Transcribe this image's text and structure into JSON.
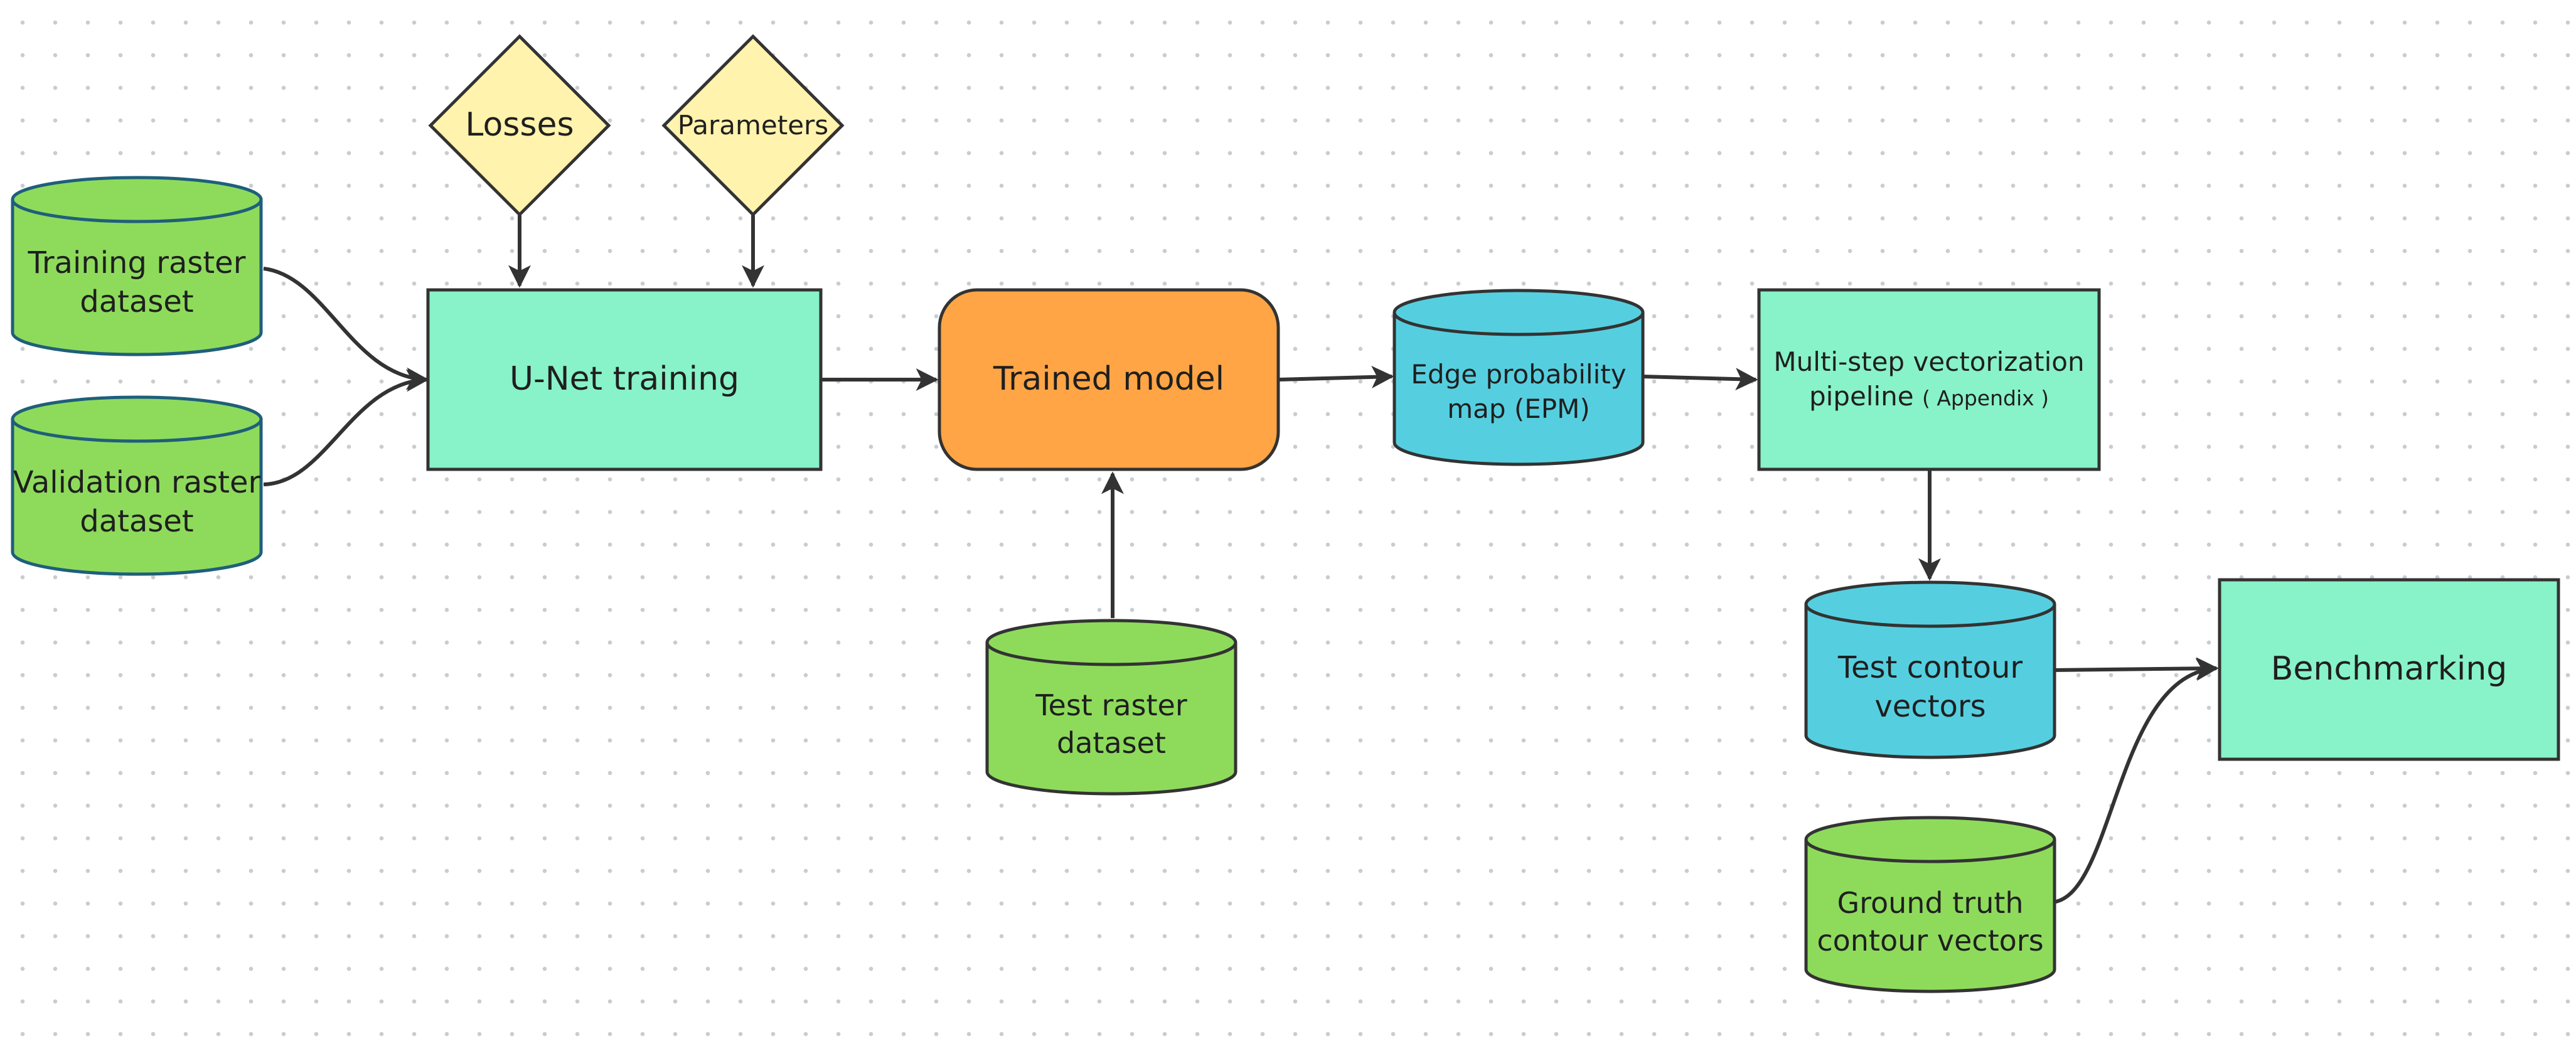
{
  "nodes": {
    "losses": "Losses",
    "parameters": "Parameters",
    "training_raster_1": "Training raster",
    "training_raster_2": "dataset",
    "validation_raster_1": "Validation raster",
    "validation_raster_2": "dataset",
    "unet_training": "U-Net training",
    "trained_model": "Trained model",
    "test_raster_1": "Test raster",
    "test_raster_2": "dataset",
    "epm_1": "Edge probability",
    "epm_2": "map (EPM)",
    "pipeline_1": "Multi-step vectorization",
    "pipeline_2": "pipeline",
    "pipeline_appendix": "( Appendix )",
    "test_contour_1": "Test contour",
    "test_contour_2": "vectors",
    "ground_truth_1": "Ground truth",
    "ground_truth_2": "contour vectors",
    "benchmarking": "Benchmarking"
  },
  "colors": {
    "cylinder_green": "#8edb5c",
    "cylinder_blue": "#55cfe0",
    "process_mint": "#88f2c8",
    "diamond_yellow": "#fff3ad",
    "model_orange": "#ffa545",
    "outline": "#333333",
    "cylinder_outline": "#1f5f7a"
  }
}
